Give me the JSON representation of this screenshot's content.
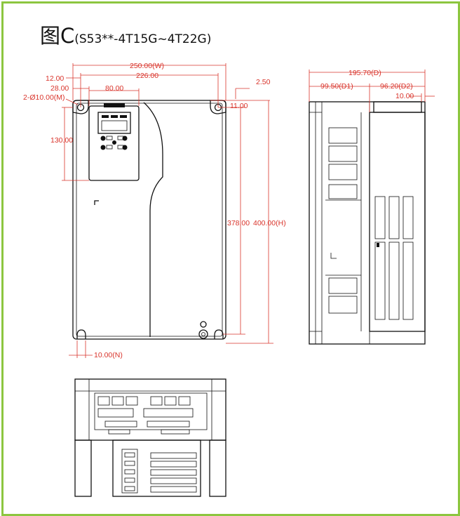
{
  "title": {
    "prefix": "图C",
    "model": "(S53**-4T15G~4T22G)"
  },
  "dimensions": {
    "width_w": "250.00(W)",
    "d226": "226.00",
    "d12": "12.00",
    "d28": "28.00",
    "d80": "80.00",
    "holes": "2-Ø10.00(M)",
    "d2_5": "2.50",
    "d11": "11.00",
    "d130": "130.00",
    "d378": "378.00",
    "height_h": "400.00(H)",
    "slot_n": "10.00(N)",
    "depth_d": "195.70(D)",
    "d1": "99.50(D1)",
    "d2": "96.20(D2)",
    "d10": "10.00"
  },
  "colors": {
    "frame": "#8cc63f",
    "dimension": "#d9342b",
    "outline": "#111111"
  }
}
